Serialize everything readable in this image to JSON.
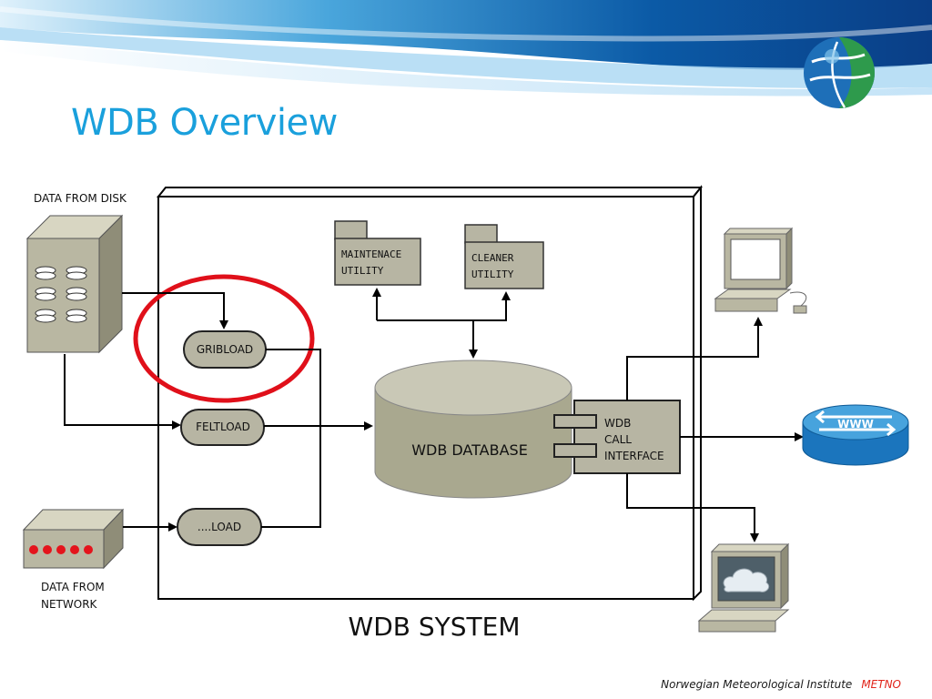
{
  "slide": {
    "title": "WDB Overview",
    "footer_org": "Norwegian Meteorological Institute",
    "footer_brand": "METNO"
  },
  "diagram": {
    "system_label": "WDB SYSTEM",
    "data_from_disk": "DATA FROM DISK",
    "data_from_network_line1": "DATA FROM",
    "data_from_network_line2": "NETWORK",
    "maintenance_line1": "MAINTENACE",
    "maintenance_line2": "UTILITY",
    "cleaner_line1": "CLEANER",
    "cleaner_line2": "UTILITY",
    "gribload": "GRIBLOAD",
    "feltload": "FELTLOAD",
    "load": "....LOAD",
    "database": "WDB DATABASE",
    "interface_line1": "WDB",
    "interface_line2": "CALL",
    "interface_line3": "INTERFACE",
    "www": "WWW"
  },
  "colors": {
    "title": "#1aa0dc",
    "highlight": "#e0101a",
    "component_fill": "#b7b5a3",
    "database_fill": "#a9a88f",
    "database_top": "#c9c8b6",
    "footer_brand": "#e1251b"
  },
  "icons": [
    "server-icon",
    "network-device-icon",
    "desktop-computer-icon",
    "router-icon",
    "cloud-monitor-icon",
    "globe-logo-icon"
  ]
}
